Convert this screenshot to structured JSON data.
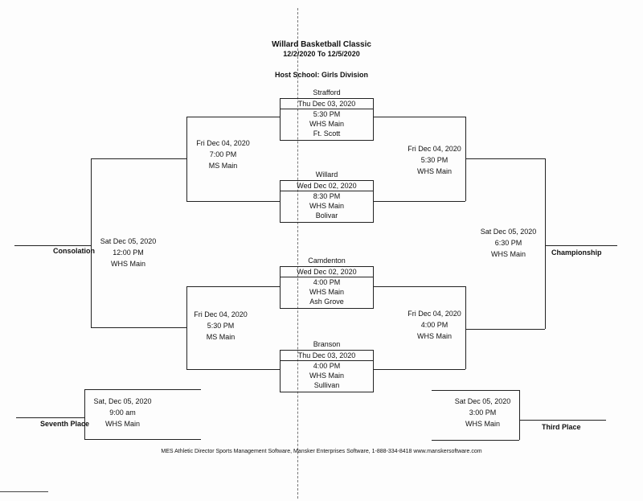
{
  "header": {
    "title": "Willard Basketball Classic",
    "dates": "12/2/2020 To 12/5/2020",
    "subtitle": "Host School:  Girls Division"
  },
  "first_round": [
    {
      "top_team": "Strafford",
      "date": "Thu Dec 03, 2020",
      "time": "5:30 PM",
      "venue": "WHS Main",
      "bottom_team": "Ft. Scott"
    },
    {
      "top_team": "Willard",
      "date": "Wed Dec 02, 2020",
      "time": "8:30 PM",
      "venue": "WHS Main",
      "bottom_team": "Bolivar"
    },
    {
      "top_team": "Camdenton",
      "date": "Wed Dec 02, 2020",
      "time": "4:00 PM",
      "venue": "WHS Main",
      "bottom_team": "Ash Grove"
    },
    {
      "top_team": "Branson",
      "date": "Thu Dec 03, 2020",
      "time": "4:00 PM",
      "venue": "WHS Main",
      "bottom_team": "Sullivan"
    }
  ],
  "consolation_semis": [
    {
      "date": "Fri Dec 04, 2020",
      "time": "7:00 PM",
      "venue": "MS Main"
    },
    {
      "date": "Fri Dec 04, 2020",
      "time": "5:30 PM",
      "venue": "MS Main"
    }
  ],
  "winner_semis": [
    {
      "date": "Fri Dec 04, 2020",
      "time": "5:30 PM",
      "venue": "WHS Main"
    },
    {
      "date": "Fri Dec 04, 2020",
      "time": "4:00 PM",
      "venue": "WHS Main"
    }
  ],
  "consolation": {
    "label": "Consolation",
    "date": "Sat Dec 05, 2020",
    "time": "12:00 PM",
    "venue": "WHS Main"
  },
  "championship": {
    "label": "Championship",
    "date": "Sat Dec 05, 2020",
    "time": "6:30 PM",
    "venue": "WHS Main"
  },
  "seventh_place": {
    "label": "Seventh Place",
    "date": "Sat, Dec 05, 2020",
    "time": "9:00 am",
    "venue": "WHS Main"
  },
  "third_place": {
    "label": "Third Place",
    "date": "Sat Dec 05, 2020",
    "time": "3:00 PM",
    "venue": "WHS Main"
  },
  "footer": "MES Athletic Director Sports Management Software, Mansker Enterprises Software, 1-888-334-8418  www.manskersoftware.com"
}
